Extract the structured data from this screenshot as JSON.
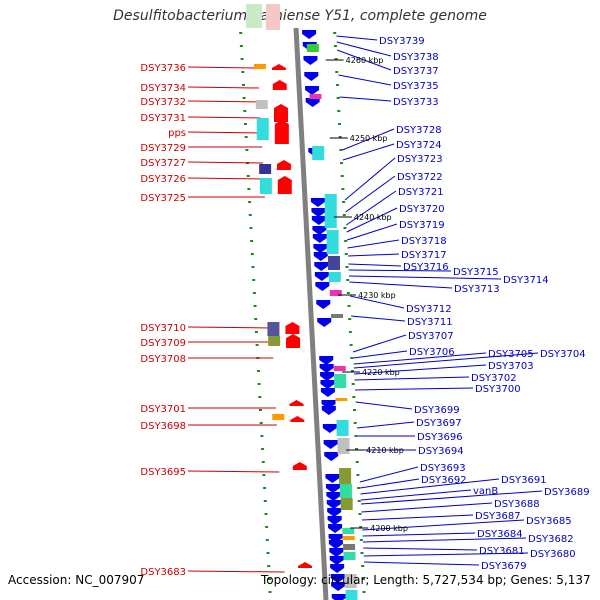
{
  "title": "Desulfitobacterium hafniense Y51, complete genome",
  "footer": {
    "accession": "Accession: NC_007907",
    "topology": "Topology: circular; Length: 5,727,534 bp; Genes: 5,137"
  },
  "colors": {
    "left_label": "#cc0000",
    "right_label": "#0000cc",
    "forward_gene": "#ff0000",
    "reverse_gene": "#0000ee",
    "backbone": "#808080",
    "tick": "#1a8c1a"
  },
  "kbp_markers": [
    "4260 kbp",
    "4250 kbp",
    "4240 kbp",
    "4230 kbp",
    "4220 kbp",
    "4210 kbp",
    "4200 kbp"
  ],
  "left_labels": [
    "DSY3736",
    "DSY3734",
    "DSY3732",
    "DSY3731",
    "pps",
    "DSY3729",
    "DSY3727",
    "DSY3726",
    "DSY3725",
    "DSY3710",
    "DSY3709",
    "DSY3708",
    "DSY3701",
    "DSY3698",
    "DSY3695",
    "DSY3683"
  ],
  "right_labels": [
    "DSY3739",
    "DSY3738",
    "DSY3737",
    "DSY3735",
    "DSY3733",
    "DSY3728",
    "DSY3724",
    "DSY3723",
    "DSY3722",
    "DSY3721",
    "DSY3720",
    "DSY3719",
    "DSY3718",
    "DSY3717",
    "DSY3716",
    "DSY3715",
    "DSY3714",
    "DSY3713",
    "DSY3712",
    "DSY3711",
    "DSY3707",
    "DSY3706",
    "DSY3705",
    "DSY3704",
    "DSY3703",
    "DSY3702",
    "DSY3700",
    "DSY3699",
    "DSY3697",
    "DSY3696",
    "DSY3694",
    "DSY3693",
    "DSY3692",
    "DSY3691",
    "vanB",
    "DSY3689",
    "DSY3688",
    "DSY3687",
    "DSY3685",
    "DSY3684",
    "DSY3682",
    "DSY3681",
    "DSY3680",
    "DSY3679"
  ]
}
